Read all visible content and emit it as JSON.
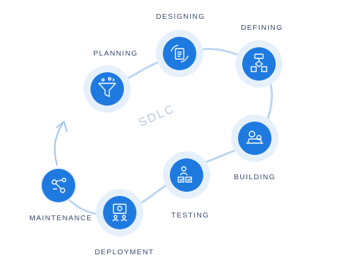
{
  "title": "SDLC",
  "stages": [
    {
      "id": "planning",
      "label": "PLANNING",
      "icon": "funnel-icon"
    },
    {
      "id": "designing",
      "label": "DESIGNING",
      "icon": "document-cycle-icon"
    },
    {
      "id": "defining",
      "label": "DEFINING",
      "icon": "flowchart-icon"
    },
    {
      "id": "building",
      "label": "BUILDING",
      "icon": "gears-laptop-icon"
    },
    {
      "id": "testing",
      "label": "TESTING",
      "icon": "checklist-person-icon"
    },
    {
      "id": "deployment",
      "label": "DEPLOYMENT",
      "icon": "team-gear-icon"
    },
    {
      "id": "maintenance",
      "label": "MAINTENANCE",
      "icon": "hierarchy-gear-icon"
    }
  ],
  "colors": {
    "node": "#1f7ae0",
    "halo": "#e6f0fb",
    "path": "#bcd6f2",
    "label": "#3a4a6b",
    "center": "#b9c9dc"
  }
}
